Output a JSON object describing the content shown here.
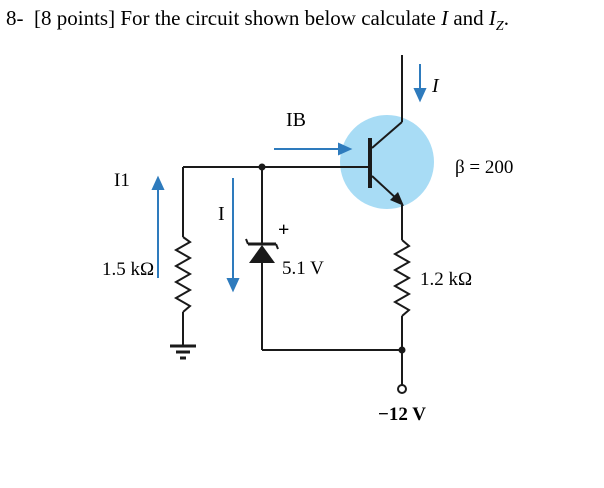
{
  "question": {
    "number": "8-",
    "points": "[8 points]",
    "text_before": "For the circuit shown below calculate",
    "var_I": "I",
    "conj": "and",
    "var_Iz": "I",
    "var_Iz_sub": "Z",
    "period": "."
  },
  "circuit": {
    "label_I_top": "I",
    "label_IB": "IB",
    "label_beta": "β = 200",
    "label_I1": "I1",
    "label_I_mid": "I",
    "label_plus": "+",
    "label_zener": "5.1 V",
    "label_r1": "1.5 kΩ",
    "label_r2": "1.2 kΩ",
    "label_supply": "−12 V"
  },
  "colors": {
    "transistor_fill": "#a8dcf5",
    "arrow_blue": "#2e7bbd",
    "wire": "#1a1a1a"
  }
}
